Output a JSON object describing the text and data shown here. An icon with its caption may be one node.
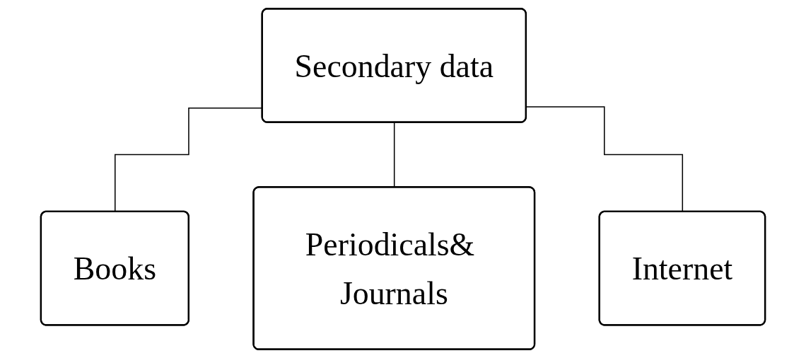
{
  "diagram": {
    "nodes": [
      {
        "text": [
          "Secondary data"
        ]
      },
      {
        "text": [
          "Books"
        ]
      },
      {
        "text": [
          "Periodicals& Journals"
        ]
      },
      {
        "text": [
          "Internet"
        ]
      }
    ],
    "edges": [
      {
        "from": 0,
        "to": 1,
        "arrow": "none"
      },
      {
        "from": 0,
        "to": 2,
        "arrow": "none"
      },
      {
        "from": 0,
        "to": 3,
        "arrow": "none"
      }
    ]
  }
}
